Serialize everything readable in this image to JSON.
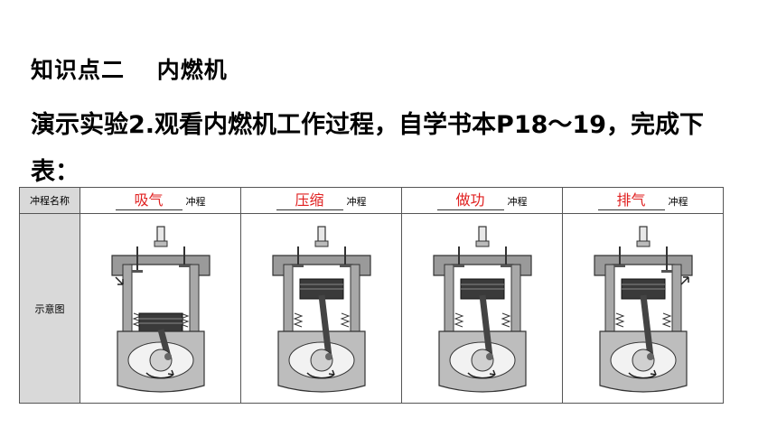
{
  "heading": {
    "text": "知识点二　 内燃机"
  },
  "intro": {
    "text": "演示实验2.观看内燃机工作过程，自学书本P18～19，完成下表："
  },
  "table": {
    "row_headers": [
      "冲程名称",
      "示意图"
    ],
    "stroke_suffix": "冲程",
    "answer_color": "#e02020",
    "strokes": [
      {
        "answer": "吸气",
        "diagram_icon": "intake-stroke-engine-icon"
      },
      {
        "answer": "压缩",
        "diagram_icon": "compression-stroke-engine-icon"
      },
      {
        "answer": "做功",
        "diagram_icon": "power-stroke-engine-icon"
      },
      {
        "answer": "排气",
        "diagram_icon": "exhaust-stroke-engine-icon"
      }
    ]
  }
}
